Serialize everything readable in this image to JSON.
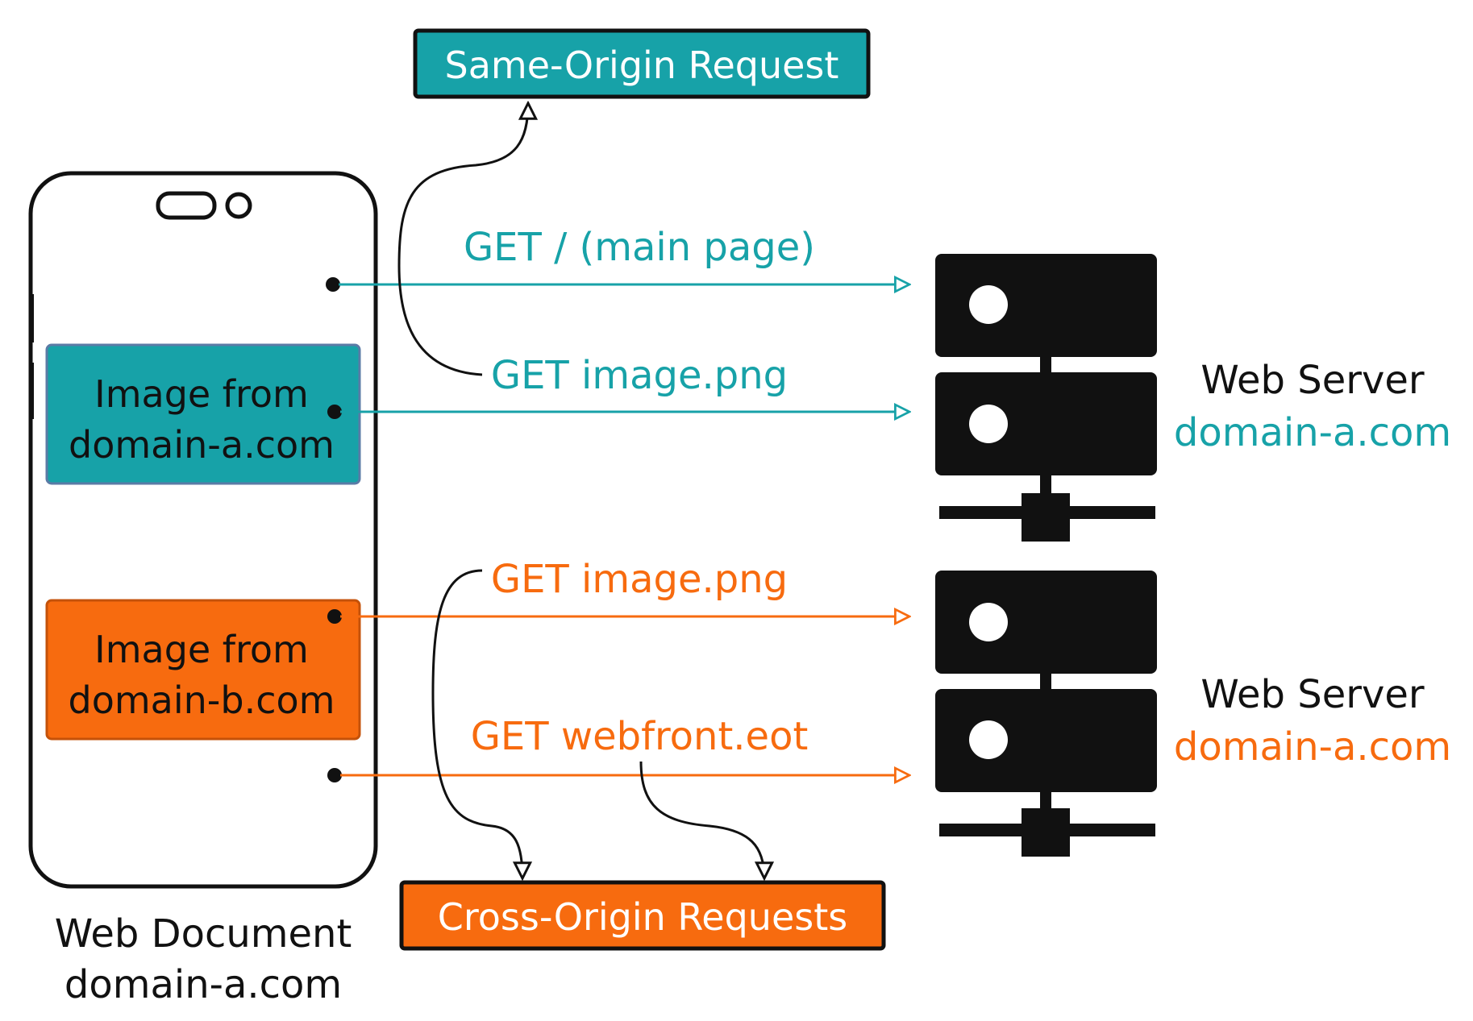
{
  "colors": {
    "teal": "#17A2A8",
    "orange": "#F76B0F",
    "ink": "#111111"
  },
  "labels": {
    "same_origin": "Same-Origin Request",
    "cross_origin": "Cross-Origin Requests",
    "get_main": "GET / (main page)",
    "get_image_a": "GET image.png",
    "get_image_b": "GET image.png",
    "get_font": "GET webfront.eot"
  },
  "document": {
    "title": "Web Document",
    "domain": "domain-a.com",
    "image_a_line1": "Image from",
    "image_a_line2": "domain-a.com",
    "image_b_line1": "Image from",
    "image_b_line2": "domain-b.com"
  },
  "servers": [
    {
      "title": "Web Server",
      "domain": "domain-a.com"
    },
    {
      "title": "Web Server",
      "domain": "domain-a.com"
    }
  ],
  "icons": [
    "phone-icon",
    "server-icon",
    "server-icon"
  ]
}
